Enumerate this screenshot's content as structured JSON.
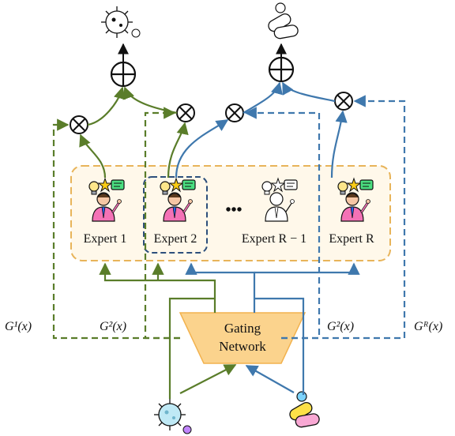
{
  "experts": [
    {
      "label": "Expert 1"
    },
    {
      "label": "Expert 2"
    },
    {
      "label": "Expert R − 1"
    },
    {
      "label": "Expert R"
    }
  ],
  "ellipsis": "•••",
  "gating": {
    "line1": "Gating",
    "line2": "Network"
  },
  "gate_labels": {
    "g1": "G¹(x)",
    "g2_left": "G²(x)",
    "g2_right": "G²(x)",
    "gr": "Gᴿ(x)"
  },
  "colors": {
    "green": "#5a7d2a",
    "blue": "#3f78ad",
    "orange_border": "#e8b45a",
    "gating_fill": "#fbd38d",
    "expert_box_border": "#2d4f7c"
  }
}
